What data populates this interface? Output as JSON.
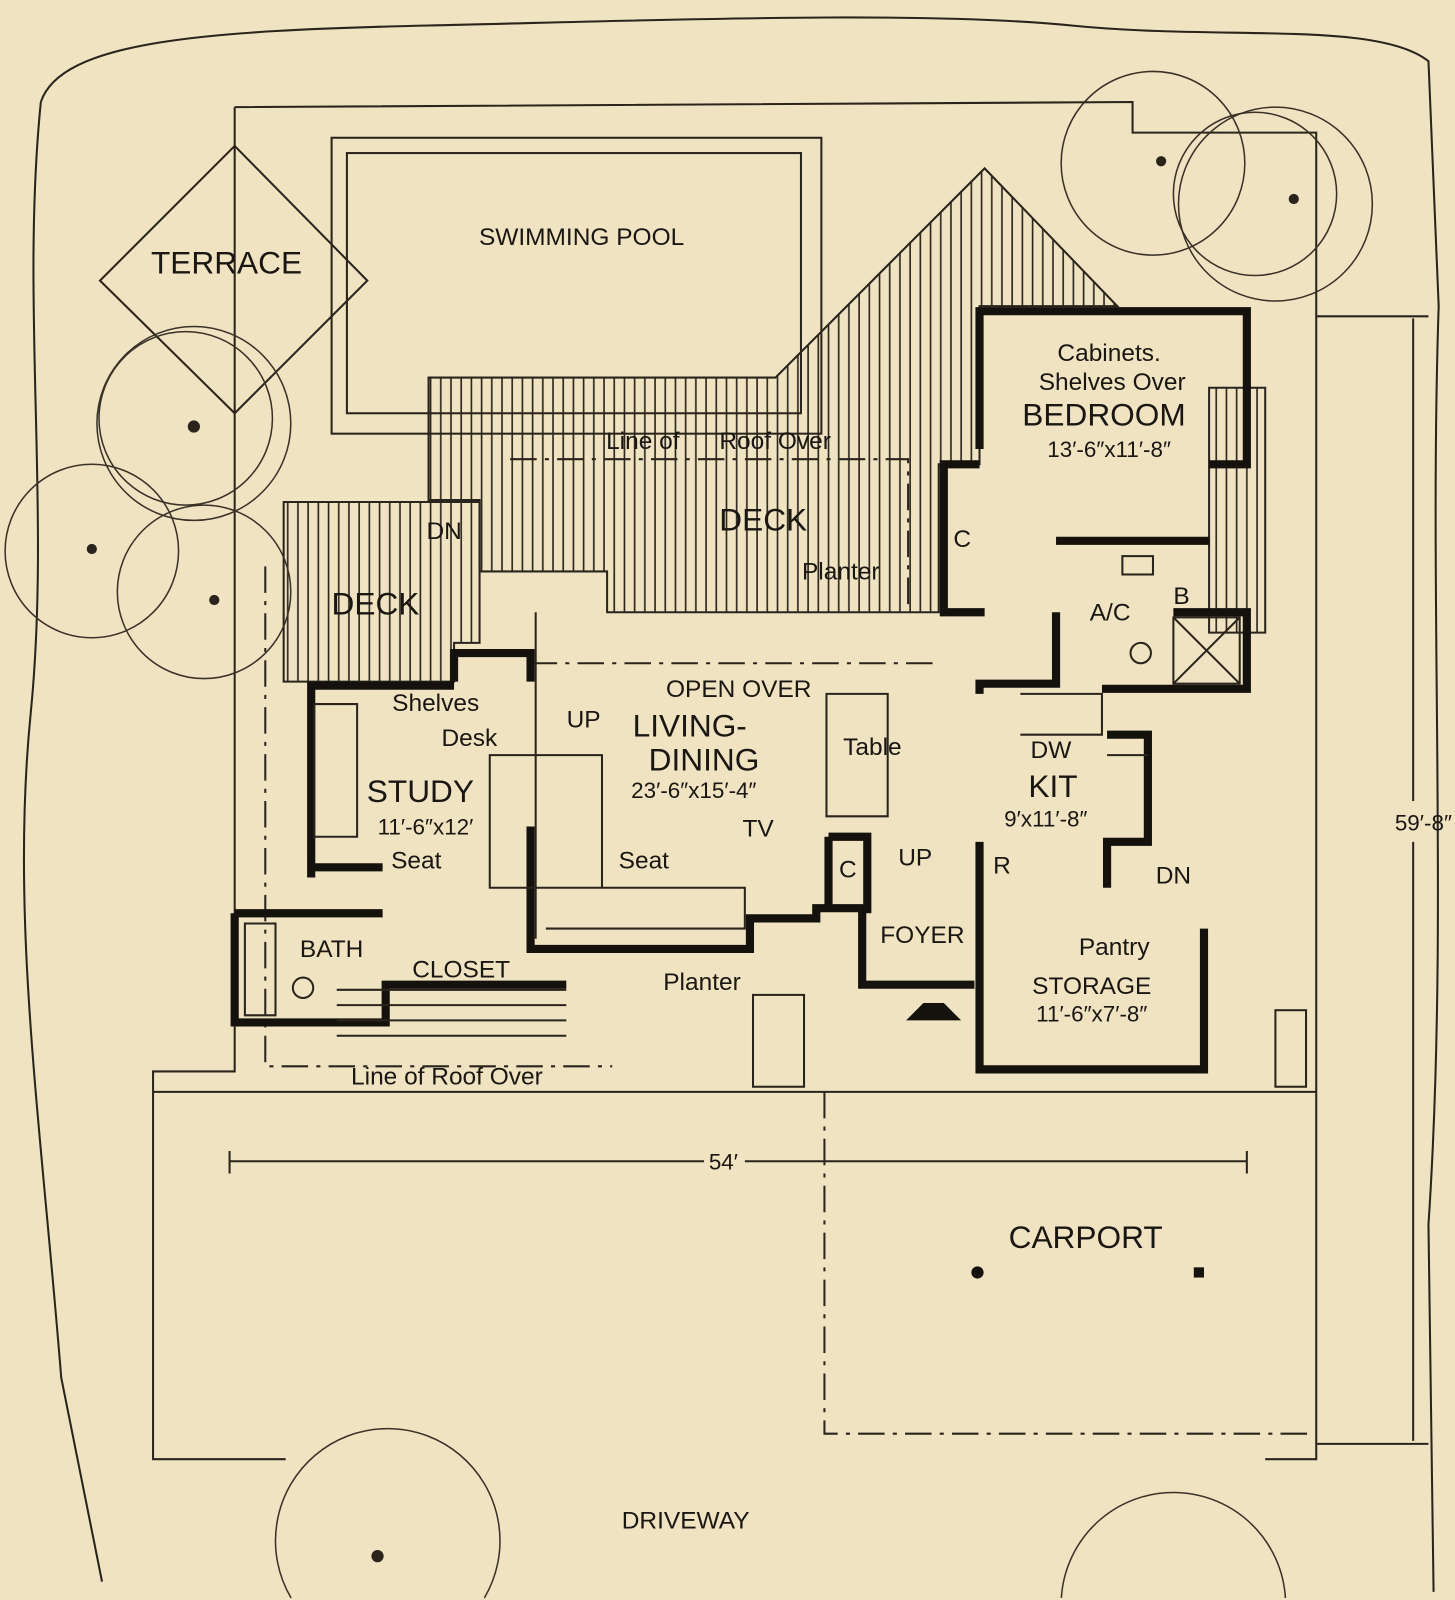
{
  "title": "House floor plan with site layout",
  "colors": {
    "paper": "#efe3c2",
    "ink": "#15110d"
  },
  "site": {
    "terrace": "TERRACE",
    "pool": "SWIMMING POOL",
    "carport": "CARPORT",
    "driveway": "DRIVEWAY"
  },
  "notes": {
    "roof_line_top_a": "Line of",
    "roof_line_top_b": "Roof Over",
    "roof_line_bottom": "Line of Roof Over",
    "open_over": "OPEN OVER",
    "planter_deck": "Planter",
    "planter_entry": "Planter",
    "dn_deck": "DN",
    "dn_kitchen": "DN",
    "up_study": "UP",
    "up_foyer": "UP"
  },
  "rooms": {
    "deck_main": {
      "name": "DECK"
    },
    "deck_west": {
      "name": "DECK"
    },
    "bedroom": {
      "name": "BEDROOM",
      "size": "13′-6″x11′-8″",
      "note1": "Cabinets.",
      "note2": "Shelves Over"
    },
    "closet_bed": "C",
    "ac": "A/C",
    "bath_b": "B",
    "living": {
      "name1": "LIVING-",
      "name2": "DINING",
      "size": "23′-6″x15′-4″",
      "table": "Table",
      "tv": "TV",
      "seat": "Seat"
    },
    "study": {
      "name": "STUDY",
      "size": "11′-6″x12′",
      "shelves": "Shelves",
      "desk": "Desk",
      "seat": "Seat"
    },
    "closet_foyer": "C",
    "refrigerator": "R",
    "kitchen": {
      "name": "KIT",
      "size": "9′x11′-8″",
      "dw": "DW"
    },
    "bath": "BATH",
    "closet": "CLOSET",
    "foyer": "FOYER",
    "storage": {
      "name": "STORAGE",
      "size": "11′-6″x7′-8″",
      "pantry": "Pantry"
    }
  },
  "dimensions": {
    "width": "54′",
    "depth": "59′-8″"
  }
}
